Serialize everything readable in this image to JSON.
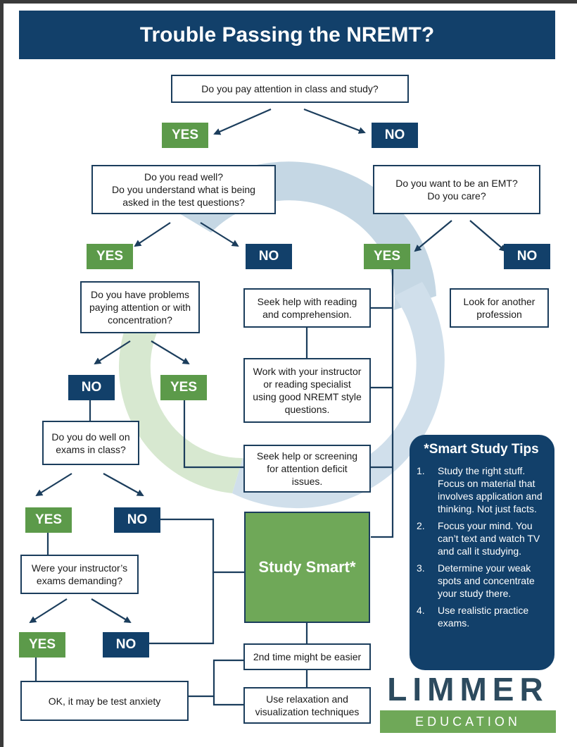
{
  "title": "Trouble Passing the NREMT?",
  "nodes": {
    "q_attention": "Do you pay attention in class and study?",
    "q_read": "Do you read well?\nDo you understand what is being asked in the test questions?",
    "q_emt": "Do you want to be an EMT?\nDo you care?",
    "q_problems": "Do you have problems paying attention or with concentration?",
    "a_seek_reading": "Seek help with reading and comprehension.",
    "a_another_profession": "Look for another profession",
    "a_work_instructor": "Work with your instructor or reading specialist using good NREMT style questions.",
    "q_exams_class": "Do you do well on exams in class?",
    "a_seek_screening": "Seek help or screening for attention deficit issues.",
    "q_instructor_exams": "Were your instructor’s exams demanding?",
    "a_test_anxiety": "OK, it may be test anxiety",
    "a_second_time": "2nd time might be easier",
    "a_relaxation": "Use relaxation and visualization techniques",
    "study_smart": "Study Smart*"
  },
  "labels": {
    "yes": "YES",
    "no": "NO"
  },
  "tips": {
    "heading": "*Smart Study Tips",
    "items": [
      {
        "num": "1.",
        "text": "Study the right stuff. Focus on material that involves application and thinking. Not just facts."
      },
      {
        "num": "2.",
        "text": "Focus your mind. You can’t text and watch TV and call it studying."
      },
      {
        "num": "3.",
        "text": "Determine your weak spots and concentrate your study there."
      },
      {
        "num": "4.",
        "text": "Use realistic practice exams."
      }
    ]
  },
  "logo": {
    "word": "LIMMER",
    "sub": "EDUCATION"
  },
  "colors": {
    "navy": "#12406a",
    "green": "#5c9a4a",
    "study_green": "#6fa858"
  }
}
